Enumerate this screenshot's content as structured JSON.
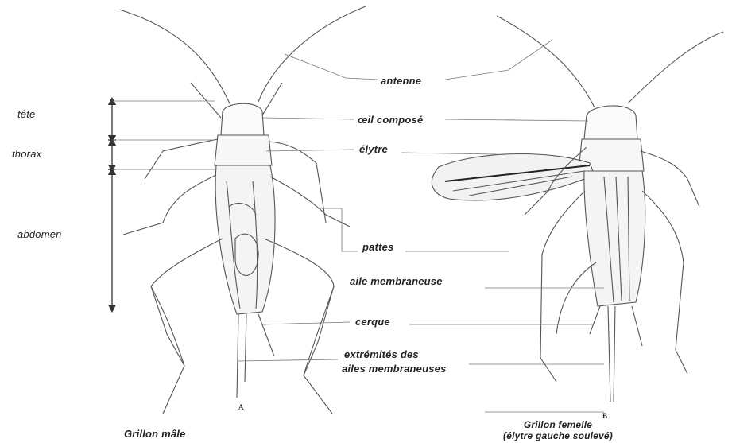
{
  "labels": {
    "antenna": "antenne",
    "compound_eye": "œil composé",
    "elytra": "élytre",
    "legs": "pattes",
    "membranous_wing": "aile membraneuse",
    "cercus": "cerque",
    "wing_tips_line1": "extrémités des",
    "wing_tips_line2": "ailes membraneuses"
  },
  "body_regions": {
    "head": "tête",
    "thorax": "thorax",
    "abdomen": "abdomen"
  },
  "specimens": {
    "male": {
      "marker": "A",
      "caption": "Grillon mâle"
    },
    "female": {
      "marker": "B",
      "caption_line1": "Grillon femelle",
      "caption_line2": "(élytre gauche soulevé)"
    }
  },
  "colors": {
    "ink": "#222222",
    "line": "#555555",
    "background": "#ffffff"
  }
}
